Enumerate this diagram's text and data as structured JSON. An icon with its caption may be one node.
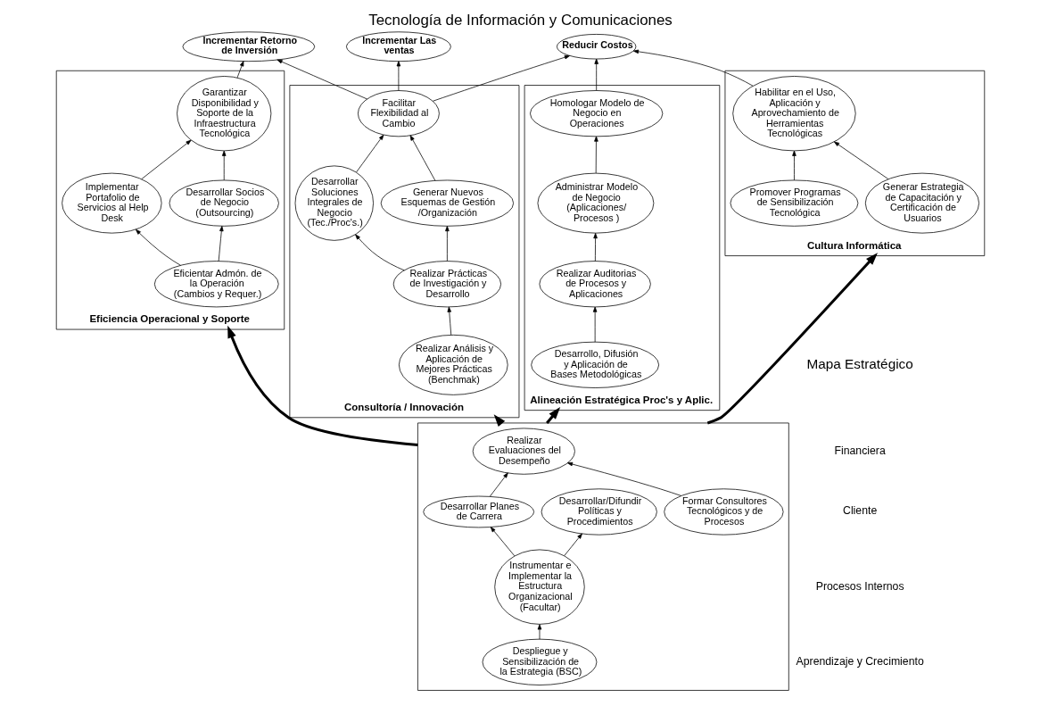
{
  "diagram": {
    "title": "Tecnología de Información y Comunicaciones",
    "nodes": [
      {
        "text": [
          "Incrementar Retorno de Inversión"
        ]
      },
      {
        "text": [
          "Incrementar Las ventas"
        ]
      },
      {
        "text": [
          "Reducir Costos"
        ]
      },
      {
        "text": [
          "Eficiencia Operacional y Soporte"
        ]
      },
      {
        "text": [
          "Garantizar Disponibilidad y Soporte de la Infraestructura Tecnológica"
        ],
        "in": 3
      },
      {
        "text": [
          "Implementar Portafolio de Servicios al Help Desk"
        ],
        "in": 3
      },
      {
        "text": [
          "Desarrollar Socios de Negocio (Outsourcing)"
        ],
        "in": 3
      },
      {
        "text": [
          "Eficientar Admón. de la Operación (Cambios y Requer.)"
        ],
        "in": 3
      },
      {
        "text": [
          "Consultoría / Innovación"
        ]
      },
      {
        "text": [
          "Facilitar Flexibilidad al Cambio"
        ],
        "in": 8
      },
      {
        "text": [
          "Desarrollar Soluciones Integrales de Negocio (Tec./Proc's.)"
        ],
        "in": 8
      },
      {
        "text": [
          "Generar Nuevos Esquemas de Gestión /Organización"
        ],
        "in": 8
      },
      {
        "text": [
          "Realizar Prácticas de Investigación y Desarrollo"
        ],
        "in": 8
      },
      {
        "text": [
          "Realizar Análisis y Aplicación de Mejores Prácticas (Benchmak)"
        ],
        "in": 8
      },
      {
        "text": [
          "Alineación Estratégica Proc's y Aplic."
        ]
      },
      {
        "text": [
          "Homologar Modelo de Negocio en Operaciones"
        ],
        "in": 14
      },
      {
        "text": [
          "Administrar Modelo de Negocio (Aplicaciones/ Procesos )"
        ],
        "in": 14
      },
      {
        "text": [
          "Realizar Auditorias de Procesos y Aplicaciones"
        ],
        "in": 14
      },
      {
        "text": [
          "Desarrollo, Difusión y Aplicación de Bases Metodológicas"
        ],
        "in": 14
      },
      {
        "text": [
          "Cultura Informática"
        ]
      },
      {
        "text": [
          "Habilitar en el Uso, Aplicación y Aprovechamiento de Herramientas Tecnológicas"
        ],
        "in": 19
      },
      {
        "text": [
          "Generar Estrategia de Capacitación y Certificación de Usuarios"
        ],
        "in": 19
      },
      {
        "text": [
          "Promover Programas de Sensibilización Tecnológica"
        ],
        "in": 19
      },
      {
        "text": [],
        "shape": "box"
      },
      {
        "text": [
          "Desarrollar Planes de Carrera"
        ],
        "in": 23
      },
      {
        "text": [
          "Realizar Evaluaciones del Desempeño"
        ],
        "in": 23
      },
      {
        "text": [
          "Formar Consultores Tecnológicos y de Procesos"
        ],
        "in": 23
      },
      {
        "text": [
          "Instrumentar e Implementar la Estructura Organizacional (Facultar)"
        ],
        "in": 23
      },
      {
        "text": [
          "Despliegue y Sensibilización de la Estrategia (BSC)"
        ],
        "in": 23
      },
      {
        "text": [
          "Desarrollar/Difundir Políticas y Procedimientos"
        ],
        "in": 23
      }
    ],
    "edges": [
      {
        "from": 4,
        "to": 0,
        "arrow": "to"
      },
      {
        "from": 9,
        "to": 0,
        "arrow": "to"
      },
      {
        "from": 9,
        "to": 1,
        "arrow": "to"
      },
      {
        "from": 9,
        "to": 2,
        "arrow": "to"
      },
      {
        "from": 15,
        "to": 2,
        "arrow": "to"
      },
      {
        "from": 20,
        "to": 2,
        "arrow": "to"
      },
      {
        "from": 5,
        "to": 4,
        "arrow": "to"
      },
      {
        "from": 6,
        "to": 4,
        "arrow": "to"
      },
      {
        "from": 7,
        "to": 5,
        "arrow": "to"
      },
      {
        "from": 7,
        "to": 6,
        "arrow": "to"
      },
      {
        "from": 10,
        "to": 9,
        "arrow": "to"
      },
      {
        "from": 11,
        "to": 9,
        "arrow": "to"
      },
      {
        "from": 12,
        "to": 10,
        "arrow": "to"
      },
      {
        "from": 12,
        "to": 11,
        "arrow": "to"
      },
      {
        "from": 13,
        "to": 12,
        "arrow": "to"
      },
      {
        "from": 16,
        "to": 15,
        "arrow": "to"
      },
      {
        "from": 17,
        "to": 16,
        "arrow": "to"
      },
      {
        "from": 18,
        "to": 17,
        "arrow": "to"
      },
      {
        "from": 22,
        "to": 20,
        "arrow": "to"
      },
      {
        "from": 21,
        "to": 20,
        "arrow": "to"
      },
      {
        "from": 23,
        "to": 3,
        "arrow": "to",
        "style": "thick"
      },
      {
        "from": 23,
        "to": 8,
        "arrow": "to",
        "style": "thick"
      },
      {
        "from": 23,
        "to": 14,
        "arrow": "to",
        "style": "thick"
      },
      {
        "from": 23,
        "to": 19,
        "arrow": "to",
        "style": "thick"
      },
      {
        "from": 24,
        "to": 25,
        "arrow": "to"
      },
      {
        "from": 26,
        "to": 25,
        "arrow": "to"
      },
      {
        "from": 27,
        "to": 24,
        "arrow": "to"
      },
      {
        "from": 28,
        "to": 27,
        "arrow": "to"
      },
      {
        "from": 27,
        "to": 29,
        "arrow": "to"
      }
    ],
    "labels": [
      "Mapa Estratégico",
      "Financiera",
      "Cliente",
      "Procesos Internos",
      "Aprendizaje y Crecimiento"
    ]
  }
}
